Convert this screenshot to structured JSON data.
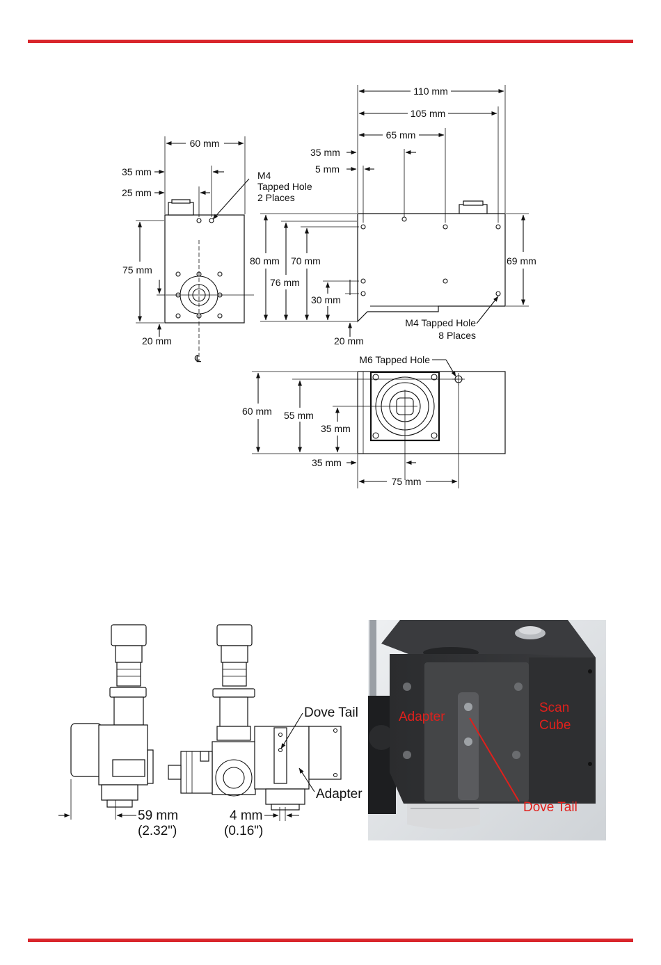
{
  "colors": {
    "rule": "#d9262c",
    "callout": "#e0201c"
  },
  "side_view": {
    "w60": "60 mm",
    "d35": "35 mm",
    "d25": "25 mm",
    "h75": "75 mm",
    "d20": "20 mm",
    "centerline": "℄",
    "m4_line1": "M4",
    "m4_line2": "Tapped Hole",
    "m4_line3": "2 Places"
  },
  "front_view": {
    "w110": "110 mm",
    "w105": "105 mm",
    "w65": "65 mm",
    "d35": "35 mm",
    "d5": "5 mm",
    "h80": "80 mm",
    "h70": "70 mm",
    "h76": "76 mm",
    "h30": "30 mm",
    "h69": "69 mm",
    "d20": "20 mm",
    "m4_line1": "M4 Tapped Hole",
    "m4_line2": "8 Places"
  },
  "bottom_view": {
    "m6": "M6 Tapped Hole",
    "h60": "60 mm",
    "h55": "55 mm",
    "h35": "35 mm",
    "d35": "35 mm",
    "w75": "75 mm"
  },
  "assembly": {
    "dove_tail": "Dove Tail",
    "adapter": "Adapter",
    "d59": "59 mm",
    "d59_in": "(2.32\")",
    "d4": "4 mm",
    "d4_in": "(0.16\")"
  },
  "photo": {
    "adapter": "Adapter",
    "scan": "Scan",
    "cube": "Cube",
    "dove_tail": "Dove Tail"
  }
}
